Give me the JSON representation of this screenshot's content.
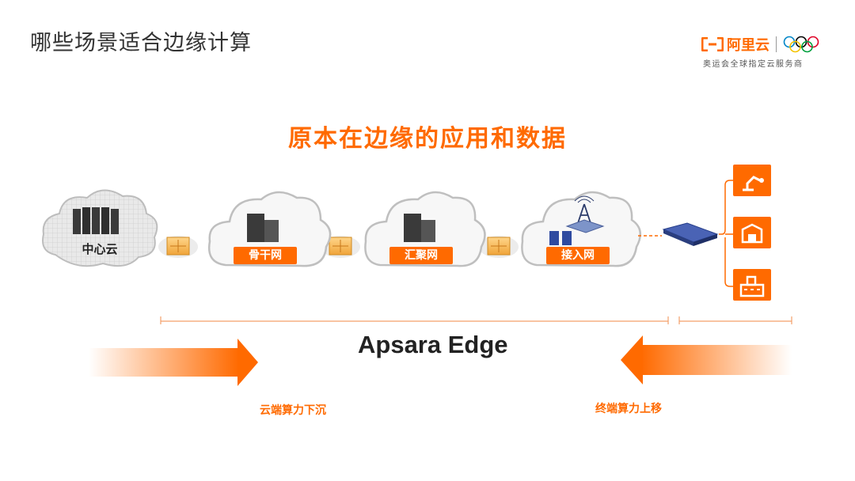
{
  "page_title": "哪些场景适合边缘计算",
  "logo": {
    "brand": "阿里云",
    "tagline": "奥运会全球指定云服务商"
  },
  "heading": "原本在边缘的应用和数据",
  "nodes": {
    "central_cloud": "中心云",
    "backbone": "骨干网",
    "aggregation": "汇聚网",
    "access": "接入网"
  },
  "edge_title": "Apsara Edge",
  "captions": {
    "left": "云端算力下沉",
    "right": "终端算力上移"
  },
  "colors": {
    "accent": "#ff6a00",
    "cloud_outline": "#bfbfbf",
    "text": "#333333"
  },
  "icons": [
    "robot-arm-icon",
    "factory-icon",
    "building-icon"
  ]
}
